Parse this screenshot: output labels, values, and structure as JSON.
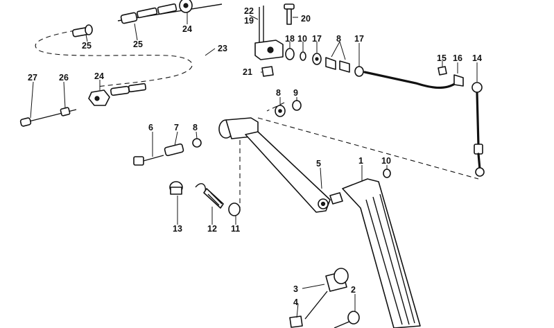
{
  "labels": {
    "l1": "1",
    "l2": "2",
    "l3": "3",
    "l4": "4",
    "l5": "5",
    "l6": "6",
    "l7": "7",
    "l8a": "8",
    "l8b": "8",
    "l8c": "8",
    "l9": "9",
    "l10a": "10",
    "l10b": "10",
    "l11": "11",
    "l12": "12",
    "l13": "13",
    "l14": "14",
    "l15": "15",
    "l16": "16",
    "l17a": "17",
    "l17b": "17",
    "l18": "18",
    "l19": "19",
    "l20": "20",
    "l21": "21",
    "l22": "22",
    "l23": "23",
    "l24a": "24",
    "l24b": "24",
    "l25a": "25",
    "l25b": "25",
    "l26": "26",
    "l27": "27"
  }
}
